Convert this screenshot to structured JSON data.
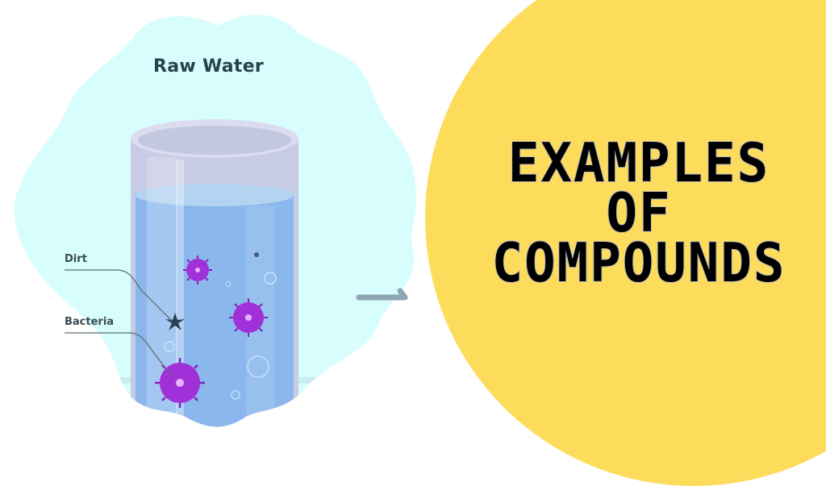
{
  "illustration": {
    "title": "Raw Water",
    "labels": {
      "dirt": "Dirt",
      "bacteria": "Bacteria"
    },
    "colors": {
      "blob_background": "#d8fdfd",
      "water": "#8ab8ec",
      "glass": "#c6c8e4",
      "bacteria": "#9b2ad6",
      "arrow": "#8ea5b4"
    }
  },
  "heading": {
    "lines": [
      "EXAMPLES",
      "OF",
      "COMPOUNDS"
    ],
    "circle_color": "#fddc5c",
    "text_color": "#000000"
  }
}
